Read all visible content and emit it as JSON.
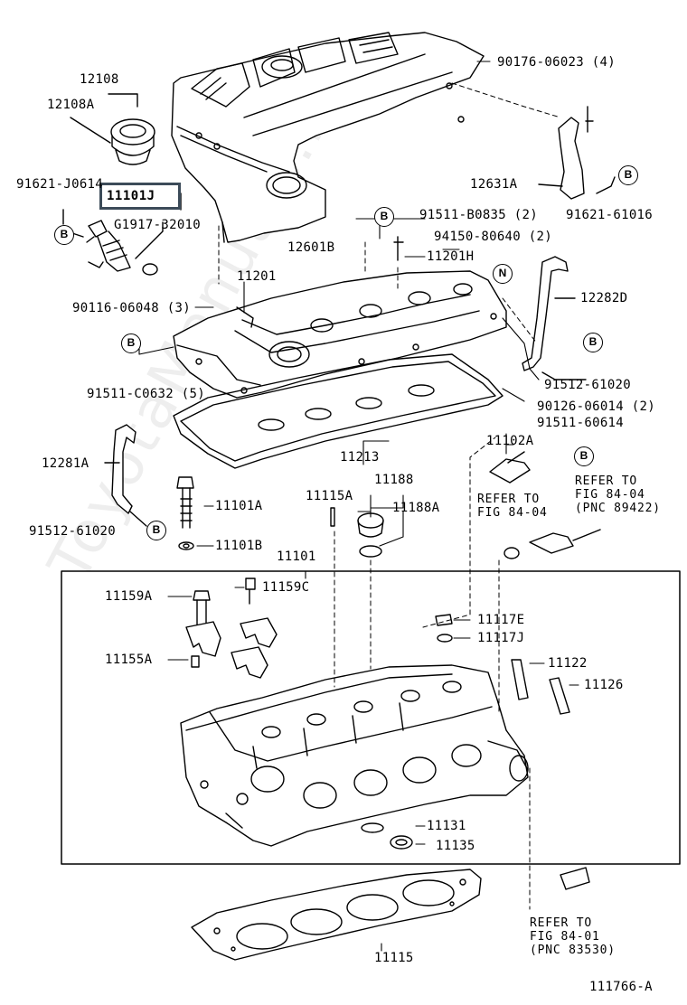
{
  "diagram": {
    "watermark": "ToyotaManuals.ru",
    "highlighted_part": "11101J",
    "figure_id": "111766-A",
    "colors": {
      "ink": "#000000",
      "highlight": "#3c4b59",
      "watermark": "#c8c8c8"
    },
    "labels": {
      "p12108": "12108",
      "p12108a": "12108A",
      "p91621_j0614": "91621-J0614",
      "p_g1917": "G1917-32010",
      "p90176": "90176-06023 (4)",
      "p12631a": "12631A",
      "p91621_61016": "91621-61016",
      "p91511_b0835": "91511-B0835 (2)",
      "p12601b": "12601B",
      "p94150": "94150-80640 (2)",
      "p11201h": "11201H",
      "p11201": "11201",
      "p12282d": "12282D",
      "p90116": "90116-06048 (3)",
      "p91511_c0632": "91511-C0632 (5)",
      "p91512_61020_r": "91512-61020",
      "p90126": "90126-06014 (2)",
      "p91511_60614": "91511-60614",
      "p11213": "11213",
      "p11102a": "11102A",
      "p11188": "11188",
      "p12281a": "12281A",
      "p11115a": "11115A",
      "p11188a": "11188A",
      "p11101a": "11101A",
      "p91512_61020_l": "91512-61020",
      "p11101b": "11101B",
      "p11101": "11101",
      "p11159a": "11159A",
      "p11159c": "11159C",
      "p11117e": "11117E",
      "p11117j": "11117J",
      "p11155a": "11155A",
      "p11122": "11122",
      "p11126": "11126",
      "p11131": "11131",
      "p11135": "11135",
      "p11115": "11115"
    },
    "refs": {
      "r1": [
        "REFER TO",
        "FIG 84-04"
      ],
      "r2": [
        "REFER TO",
        "FIG 84-04",
        "(PNC 89422)"
      ],
      "r3": [
        "REFER TO",
        "FIG 84-01",
        "(PNC 83530)"
      ]
    },
    "marks": {
      "b": "B",
      "n": "N"
    }
  }
}
